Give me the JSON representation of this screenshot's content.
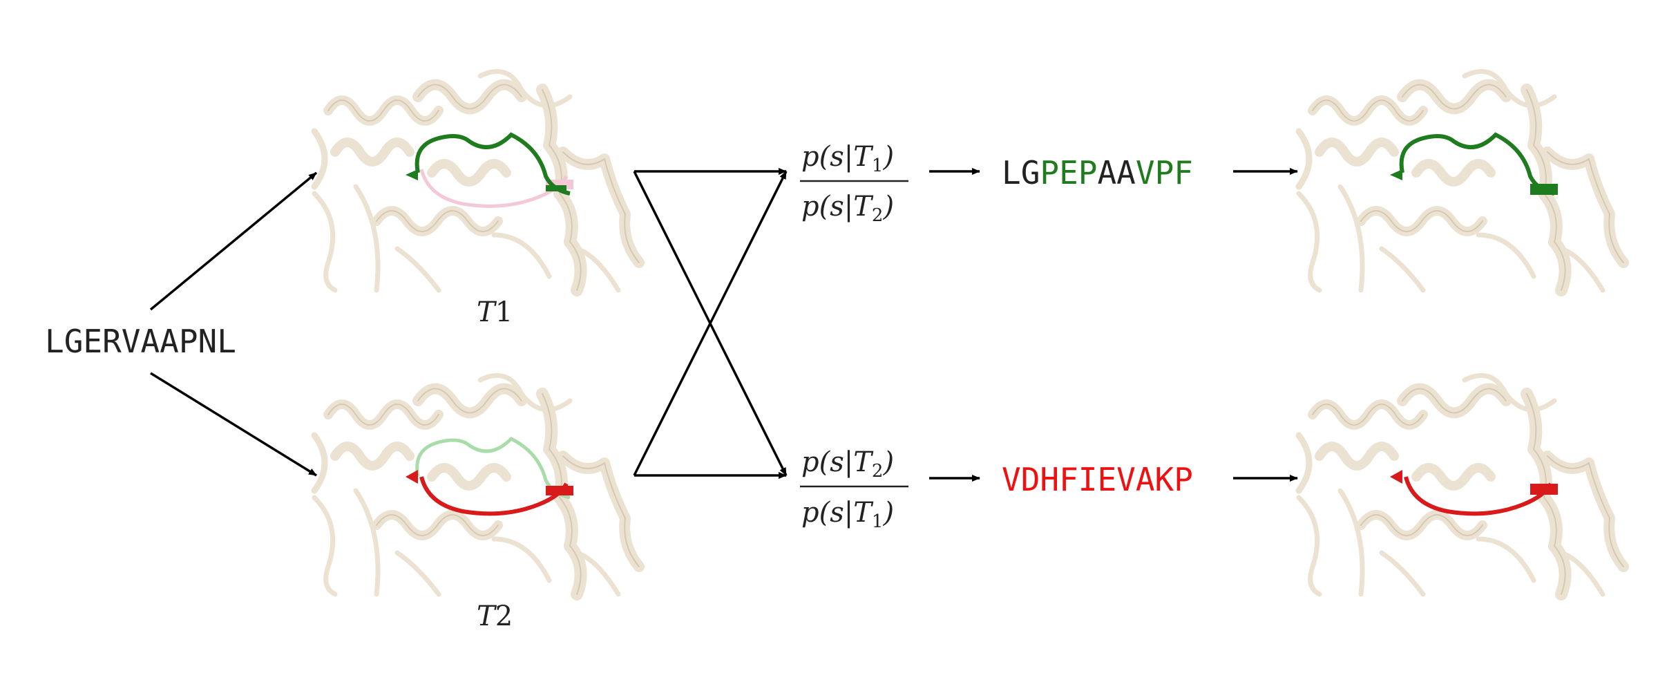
{
  "input_sequence": "LGERVAAPNL",
  "templates": [
    {
      "label_main": "T",
      "label_num": "1"
    },
    {
      "label_main": "T",
      "label_num": "2"
    }
  ],
  "ratios": [
    {
      "num": {
        "p": "p(s|T",
        "sub": "1",
        "close": ")"
      },
      "den": {
        "p": "p(s|T",
        "sub": "2",
        "close": ")"
      }
    },
    {
      "num": {
        "p": "p(s|T",
        "sub": "2",
        "close": ")"
      },
      "den": {
        "p": "p(s|T",
        "sub": "1",
        "close": ")"
      }
    }
  ],
  "outputs": [
    {
      "segments": [
        {
          "text": "LG",
          "color": "#222222"
        },
        {
          "text": "PEP",
          "color": "#1e7b1e"
        },
        {
          "text": "AA",
          "color": "#222222"
        },
        {
          "text": "VPF",
          "color": "#1e7b1e"
        }
      ]
    },
    {
      "segments": [
        {
          "text": "VDHFIEVAKP",
          "color": "#ee1111"
        }
      ]
    }
  ],
  "colors": {
    "protein_body": "#ece2d2",
    "protein_shade": "#d6c9b4",
    "loop_green": "#1e7b1e",
    "loop_light_green": "#a8dca8",
    "loop_pink": "#f3c9d6",
    "loop_red": "#d91a1a",
    "arrow": "#000000"
  }
}
